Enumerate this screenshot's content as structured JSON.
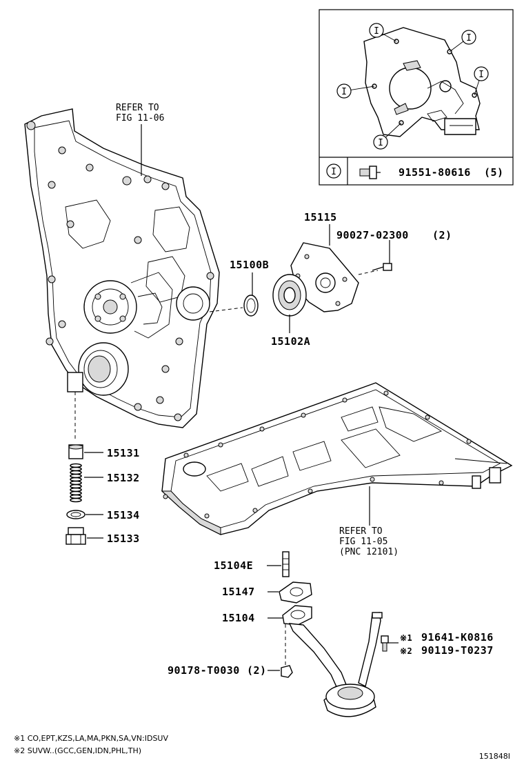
{
  "inset": {
    "callout_symbol": "I",
    "legend_part": "91551-80616",
    "legend_qty": "(5)"
  },
  "labels": {
    "refer_front": [
      "REFER TO",
      "FIG 11-06"
    ],
    "p15115": "15115",
    "p90027": "90027-02300",
    "p90027_qty": "(2)",
    "p15100b": "15100B",
    "p15102a": "15102A",
    "p15131": "15131",
    "p15132": "15132",
    "p15134": "15134",
    "p15133": "15133",
    "refer_pan": [
      "REFER TO",
      "FIG 11-05",
      "(PNC 12101)"
    ],
    "p15104e": "15104E",
    "p15147": "15147",
    "p15104": "15104",
    "p90178": "90178-T0030",
    "p90178_qty": "(2)",
    "alt1_mark": "※1",
    "alt1_part": "91641-K0816",
    "alt2_mark": "※2",
    "alt2_part": "90119-T0237"
  },
  "notes": [
    "※1 CO,EPT,KZS,LA,MA,PKN,SA,VN:IDSUV",
    "※2 SUVW..(GCC,GEN,IDN,PHL,TH)"
  ],
  "figure_id": "151848I"
}
